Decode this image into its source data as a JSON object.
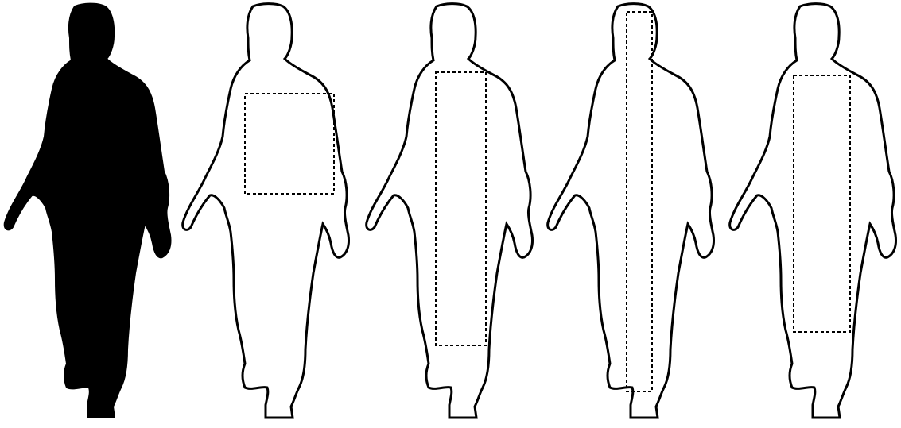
{
  "figure": {
    "background": "#ffffff",
    "ink": "#000000",
    "panels": [
      {
        "id": "silhouette",
        "style": "filled",
        "region": null
      },
      {
        "id": "outline-box-torso",
        "style": "outline",
        "region": "torso-box"
      },
      {
        "id": "outline-tall-right",
        "style": "outline",
        "region": "tall-right-strip"
      },
      {
        "id": "outline-full-center",
        "style": "outline",
        "region": "full-height-center-strip"
      },
      {
        "id": "outline-right-large",
        "style": "outline",
        "region": "large-right-box"
      }
    ]
  }
}
